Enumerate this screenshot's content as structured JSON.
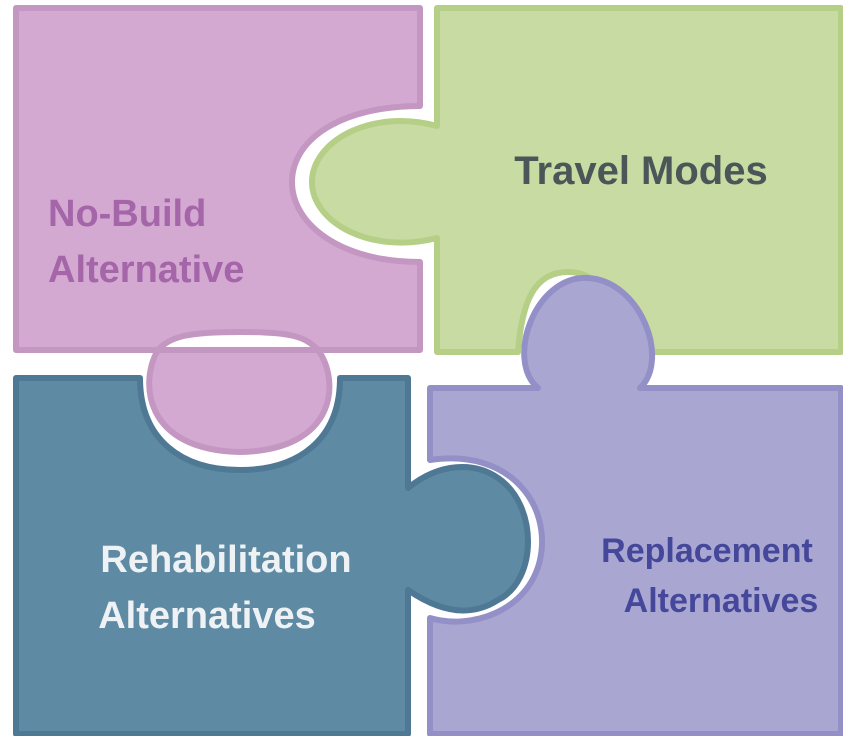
{
  "pieces": {
    "no_build": {
      "line1": "No-Build",
      "line2": "Alternative",
      "fill": "#d3a9d2",
      "stroke": "#c497c3",
      "text_color": "#a565a9"
    },
    "travel_modes": {
      "line1": "Travel Modes",
      "fill": "#c8dba2",
      "stroke": "#b5cf87",
      "text_color": "#4a5657"
    },
    "rehabilitation": {
      "line1": "Rehabilitation",
      "line2": "Alternatives",
      "fill": "#5e8aa4",
      "stroke": "#4e7893",
      "text_color": "#eef2f4"
    },
    "replacement": {
      "line1": "Replacement",
      "line2": "Alternatives",
      "fill": "#a9a7d2",
      "stroke": "#9290c6",
      "text_color": "#45479a"
    }
  }
}
